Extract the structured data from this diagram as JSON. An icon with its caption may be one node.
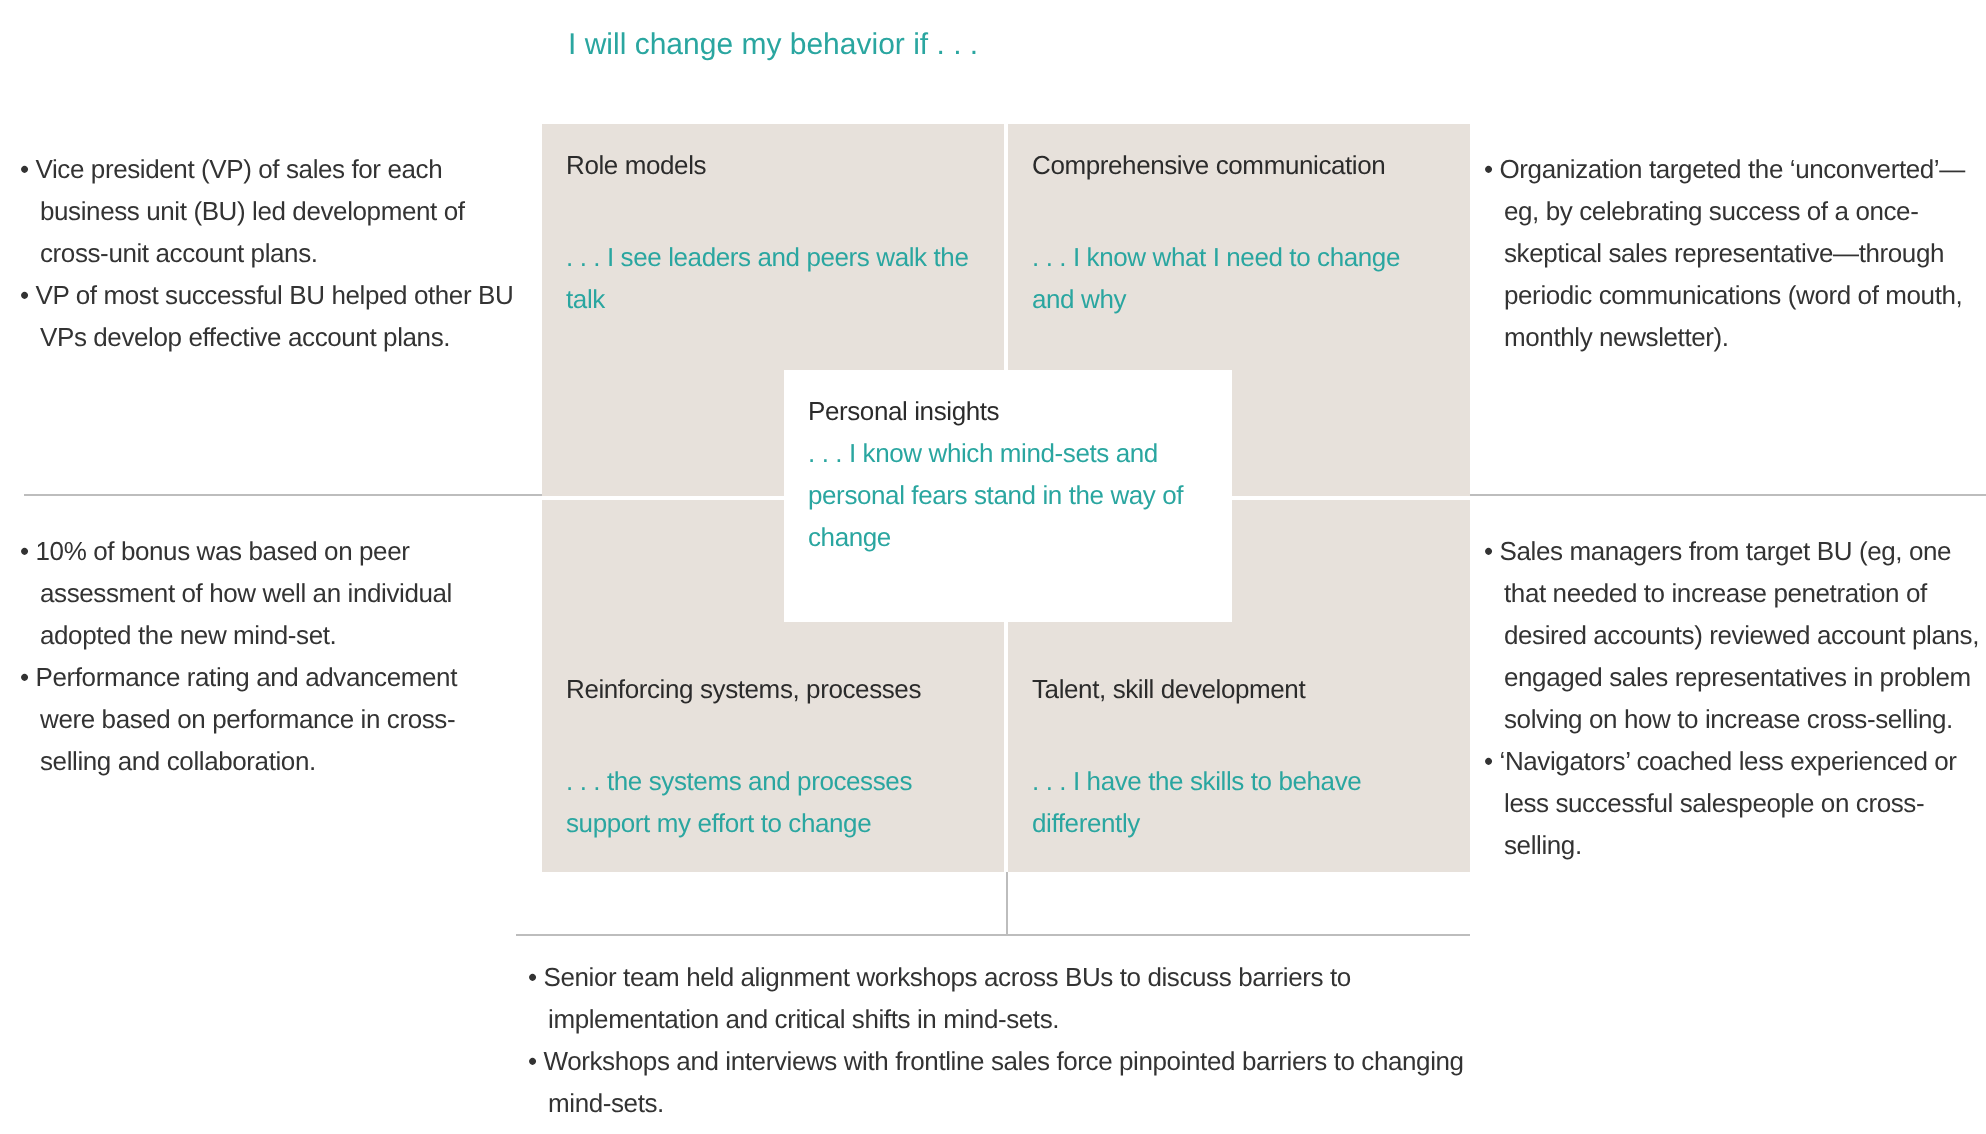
{
  "diagram": {
    "title": "I will change my behavior if . . .",
    "nodes": [
      {
        "text": [
          "Role models",
          ". . . I see leaders and peers walk the talk"
        ]
      },
      {
        "text": [
          "Comprehensive communication",
          ". . . I know what I need to change and why"
        ]
      },
      {
        "text": [
          "Reinforcing systems, processes",
          ". . . the systems and processes support my effort to change"
        ]
      },
      {
        "text": [
          "Talent, skill development",
          ". . . I have the skills to behave differently"
        ]
      },
      {
        "text": [
          "Personal insights",
          ". . . I know which mind-sets and personal fears stand in the way of change"
        ]
      }
    ],
    "labels": [
      "• Vice president (VP) of sales for each business unit (BU) led development of cross-unit account plans.",
      "• VP of most successful BU helped other BU VPs develop effective account plans.",
      "• Organization targeted the ‘unconverted’—eg, by celebrating success of a once-skeptical sales representative—through periodic communications (word of mouth, monthly newsletter).",
      "• 10% of bonus was based on peer assessment of how well an individual adopted the new mind-set.",
      "• Performance rating and advancement were based on performance in cross-selling and collaboration.",
      "• Sales managers from target BU (eg, one that needed to increase penetration of desired accounts) reviewed account plans, engaged sales representatives in problem solving on how to increase cross-selling.",
      "• ‘Navigators’ coached less experienced or less successful salespeople on cross-selling.",
      "• Senior team held alignment workshops across BUs to discuss barriers to implementation and critical shifts in mind-sets.",
      "• Workshops and interviews with frontline sales force pinpointed barriers to changing mind-sets."
    ]
  }
}
